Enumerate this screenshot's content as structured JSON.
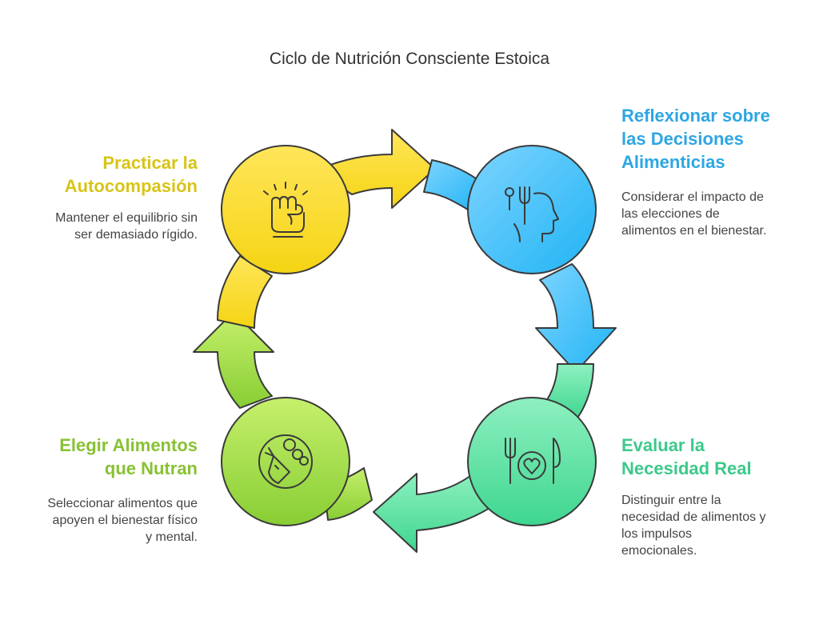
{
  "title": "Ciclo de Nutrición Consciente Estoica",
  "colors": {
    "yellow": "#f5d82c",
    "blue": "#4db8f0",
    "green": "#4fd69a",
    "lime": "#9ed64a",
    "heading_yellow": "#d8c418",
    "heading_blue": "#2ea6e3",
    "heading_green": "#3cc98a",
    "heading_lime": "#88c232"
  },
  "steps": [
    {
      "heading": "Practicar la\nAutocompasión",
      "description": "Mantener el equilibrio sin\nser demasiado rígido.",
      "icon": "fist-icon"
    },
    {
      "heading": "Reflexionar sobre\nlas Decisiones\nAlimenticias",
      "description": "Considerar el impacto de\nlas elecciones de\nalimentos en el bienestar.",
      "icon": "head-utensils-icon"
    },
    {
      "heading": "Evaluar la\nNecesidad Real",
      "description": "Distinguir entre la\nnecesidad de alimentos y\nlos impulsos\nemocionales.",
      "icon": "plate-heart-icon"
    },
    {
      "heading": "Elegir Alimentos\nque Nutran",
      "description": "Seleccionar alimentos que\napoyen el bienestar físico\ny mental.",
      "icon": "vegetables-icon"
    }
  ]
}
